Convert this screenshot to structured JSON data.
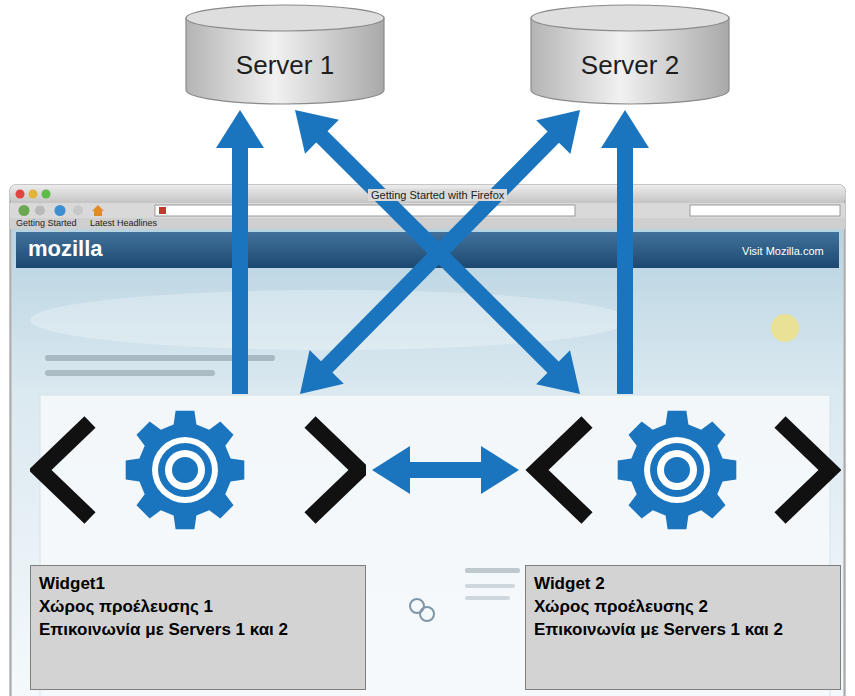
{
  "diagram": {
    "nodes": [
      {
        "text": [
          "Server 1"
        ]
      },
      {
        "text": [
          "Server 2"
        ]
      },
      {
        "text": [
          "Widget1",
          "Χώρος προέλευσης 1",
          "Επικοινωνία με Servers 1 και 2"
        ]
      },
      {
        "text": [
          "Widget 2",
          "Χώρος προέλευσης 2",
          "Επικοινωνία με Servers 1 και 2"
        ]
      }
    ],
    "edges": [
      {
        "from": 2,
        "to": 0,
        "arrow": "to"
      },
      {
        "from": 2,
        "to": 1,
        "arrow": "both"
      },
      {
        "from": 3,
        "to": 0,
        "arrow": "both"
      },
      {
        "from": 3,
        "to": 1,
        "arrow": "to"
      },
      {
        "from": 2,
        "to": 3,
        "arrow": "both"
      }
    ],
    "labels": [
      "Getting Started with Firefox",
      "Getting Started",
      "Latest Headlines",
      "mozilla",
      "Visit Mozilla.com"
    ]
  }
}
